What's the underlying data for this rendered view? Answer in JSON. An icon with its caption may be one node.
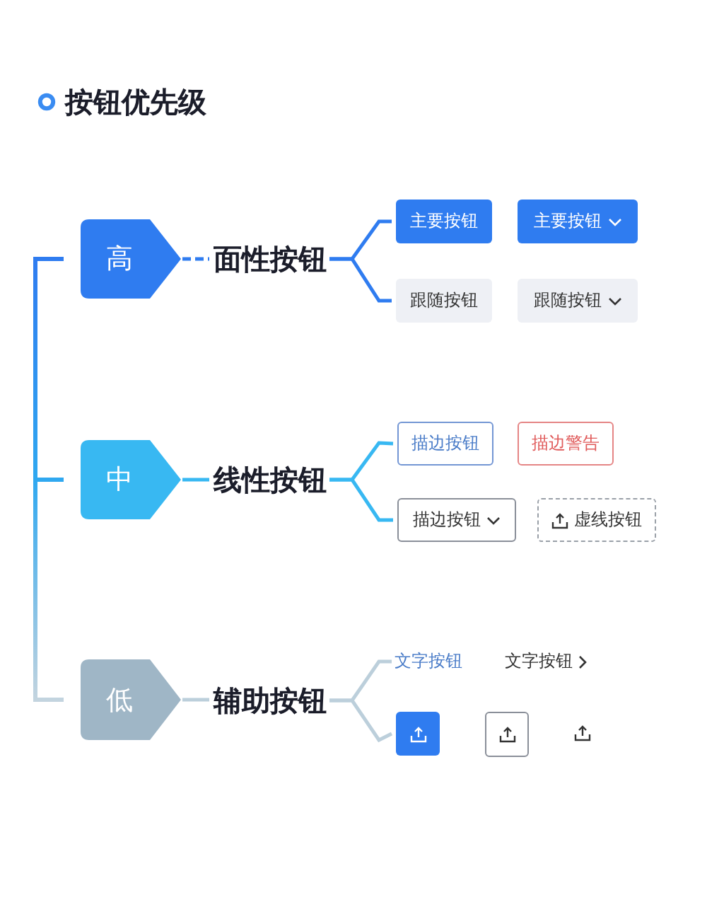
{
  "diagram": {
    "title": "按钮优先级",
    "nodes": [
      {
        "text": [
          "高"
        ]
      },
      {
        "text": [
          "面性按钮"
        ]
      },
      {
        "text": [
          "主要按钮"
        ]
      },
      {
        "text": [
          "主要按钮"
        ]
      },
      {
        "text": [
          "跟随按钮"
        ]
      },
      {
        "text": [
          "跟随按钮"
        ]
      },
      {
        "text": [
          "中"
        ]
      },
      {
        "text": [
          "线性按钮"
        ]
      },
      {
        "text": [
          "描边按钮"
        ]
      },
      {
        "text": [
          "描边警告"
        ]
      },
      {
        "text": [
          "描边按钮"
        ]
      },
      {
        "text": [
          "虚线按钮"
        ]
      },
      {
        "text": [
          "低"
        ]
      },
      {
        "text": [
          "辅助按钮"
        ]
      },
      {
        "text": [
          "文字按钮"
        ]
      },
      {
        "text": [
          "文字按钮"
        ]
      },
      {
        "text": [],
        "shape": "box"
      },
      {
        "text": [],
        "shape": "box"
      }
    ],
    "edges": [
      {
        "from": 0,
        "to": 1,
        "arrow": "none",
        "style": "dashed",
        "color": "#2f7cf0"
      },
      {
        "from": 1,
        "to": 2,
        "arrow": "none",
        "color": "#2f7cf0"
      },
      {
        "from": 1,
        "to": 4,
        "arrow": "none",
        "color": "#2f7cf0"
      },
      {
        "from": 6,
        "to": 7,
        "arrow": "none",
        "color": "#38b8f2"
      },
      {
        "from": 7,
        "to": 8,
        "arrow": "none",
        "color": "#38b8f2"
      },
      {
        "from": 7,
        "to": 10,
        "arrow": "none",
        "color": "#38b8f2"
      },
      {
        "from": 12,
        "to": 13,
        "arrow": "none",
        "color": "#bccfdb"
      },
      {
        "from": 13,
        "to": 14,
        "arrow": "none",
        "color": "#bccfdb"
      },
      {
        "from": 13,
        "to": 16,
        "arrow": "none",
        "color": "#bccfdb"
      }
    ]
  }
}
